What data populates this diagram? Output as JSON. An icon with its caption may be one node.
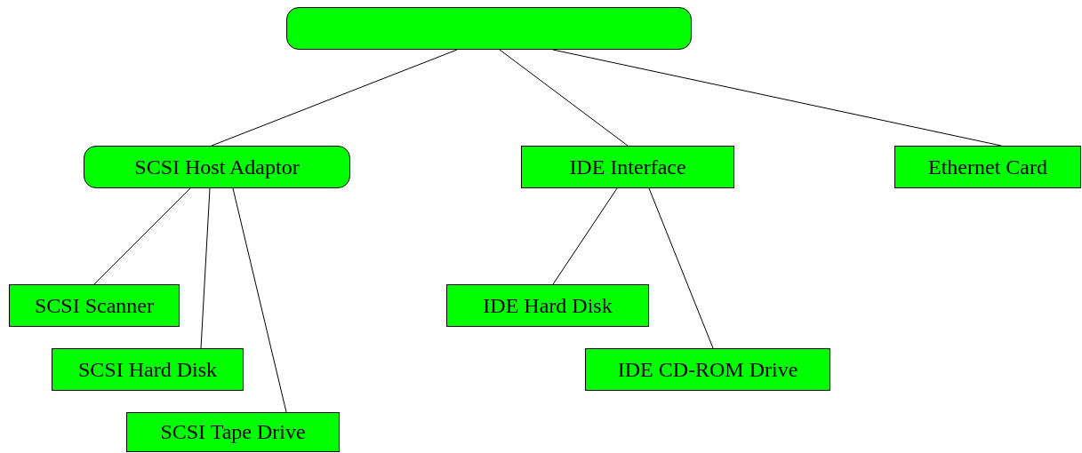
{
  "diagram": {
    "nodes": [
      {
        "text": [],
        "shape": "box"
      },
      {
        "text": [
          "SCSI Host Adaptor"
        ]
      },
      {
        "text": [
          "IDE Interface"
        ]
      },
      {
        "text": [
          "Ethernet Card"
        ]
      },
      {
        "text": [
          "SCSI Scanner"
        ]
      },
      {
        "text": [
          "SCSI Hard Disk"
        ]
      },
      {
        "text": [
          "SCSI Tape Drive"
        ]
      },
      {
        "text": [
          "IDE Hard Disk"
        ]
      },
      {
        "text": [
          "IDE CD-ROM Drive"
        ]
      }
    ],
    "edges": [
      {
        "from": 0,
        "to": 1,
        "arrow": "none"
      },
      {
        "from": 0,
        "to": 2,
        "arrow": "none"
      },
      {
        "from": 0,
        "to": 3,
        "arrow": "none"
      },
      {
        "from": 1,
        "to": 4,
        "arrow": "none"
      },
      {
        "from": 1,
        "to": 5,
        "arrow": "none"
      },
      {
        "from": 1,
        "to": 6,
        "arrow": "none"
      },
      {
        "from": 2,
        "to": 7,
        "arrow": "none"
      },
      {
        "from": 2,
        "to": 8,
        "arrow": "none"
      }
    ]
  }
}
